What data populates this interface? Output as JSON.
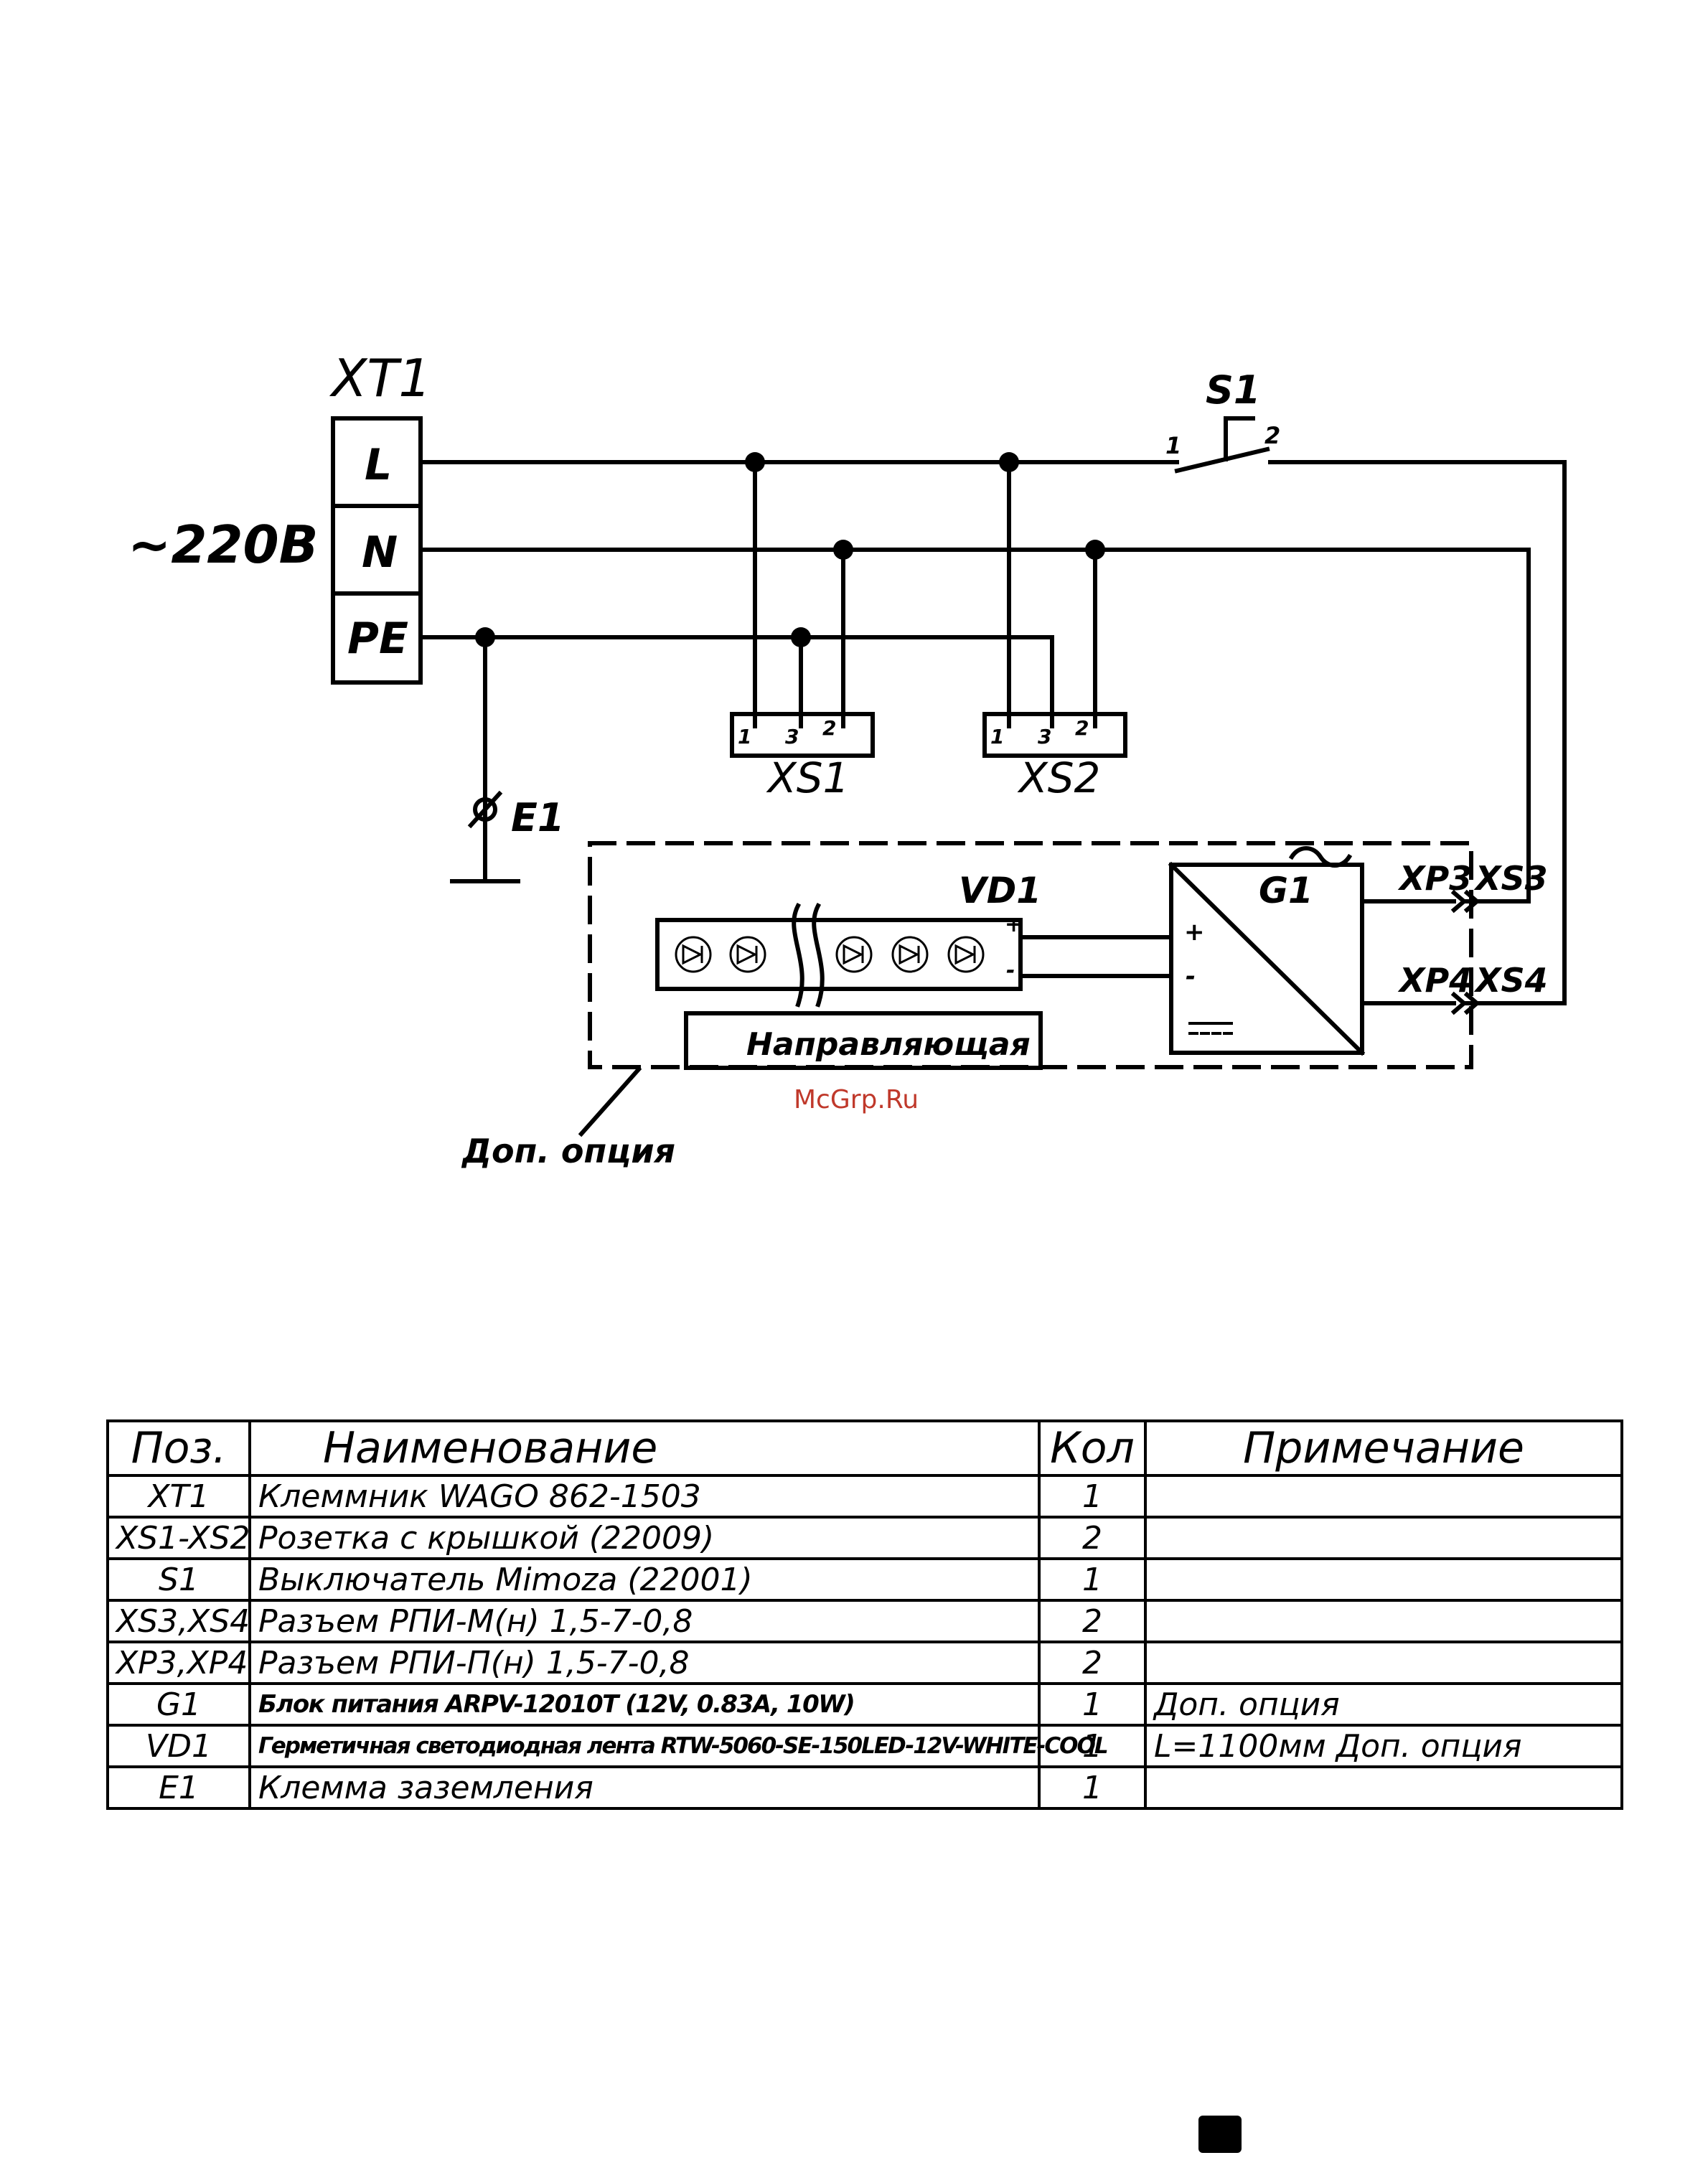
{
  "diagram": {
    "terminal_block": {
      "label": "XT1",
      "pins": [
        "L",
        "N",
        "PE"
      ]
    },
    "supply": "~220В",
    "switch": {
      "label": "S1",
      "pin1": "1",
      "pin2": "2"
    },
    "sockets": [
      {
        "label": "XS1",
        "pins": [
          "1",
          "2",
          "3"
        ]
      },
      {
        "label": "XS2",
        "pins": [
          "1",
          "2",
          "3"
        ]
      }
    ],
    "ground": "E1",
    "led_strip": {
      "label": "VD1",
      "plus": "+",
      "minus": "-"
    },
    "psu": {
      "label": "G1",
      "ac_symbol": "~",
      "plus": "+",
      "minus": "-"
    },
    "connectors": [
      "XP3",
      "XS3",
      "XP4",
      "XS4"
    ],
    "guide": "Направляющая",
    "option_note": "Доп. опция"
  },
  "watermark": "McGrp.Ru",
  "bom": {
    "headers": [
      "Поз.",
      "Наименование",
      "Кол",
      "Примечание"
    ],
    "rows": [
      {
        "pos": "XT1",
        "name": "Клеммник WAGO 862-1503",
        "qty": "1",
        "note": ""
      },
      {
        "pos": "XS1-XS2",
        "name": "Розетка с крышкой (22009)",
        "qty": "2",
        "note": ""
      },
      {
        "pos": "S1",
        "name": "Выключатель Mimoza (22001)",
        "qty": "1",
        "note": ""
      },
      {
        "pos": "XS3,XS4",
        "name": "Разъем РПИ-М(н) 1,5-7-0,8",
        "qty": "2",
        "note": ""
      },
      {
        "pos": "XP3,XP4",
        "name": "Разъем РПИ-П(н) 1,5-7-0,8",
        "qty": "2",
        "note": ""
      },
      {
        "pos": "G1",
        "name": "Блок питания ARPV-12010T (12V, 0.83A, 10W)",
        "qty": "1",
        "note": "Доп. опция"
      },
      {
        "pos": "VD1",
        "name": "Герметичная светодиодная лента RTW-5060-SE-150LED-12V-WHITE-COOL",
        "qty": "1",
        "note": "L=1100мм Доп. опция"
      },
      {
        "pos": "E1",
        "name": "Клемма заземления",
        "qty": "1",
        "note": ""
      }
    ]
  }
}
